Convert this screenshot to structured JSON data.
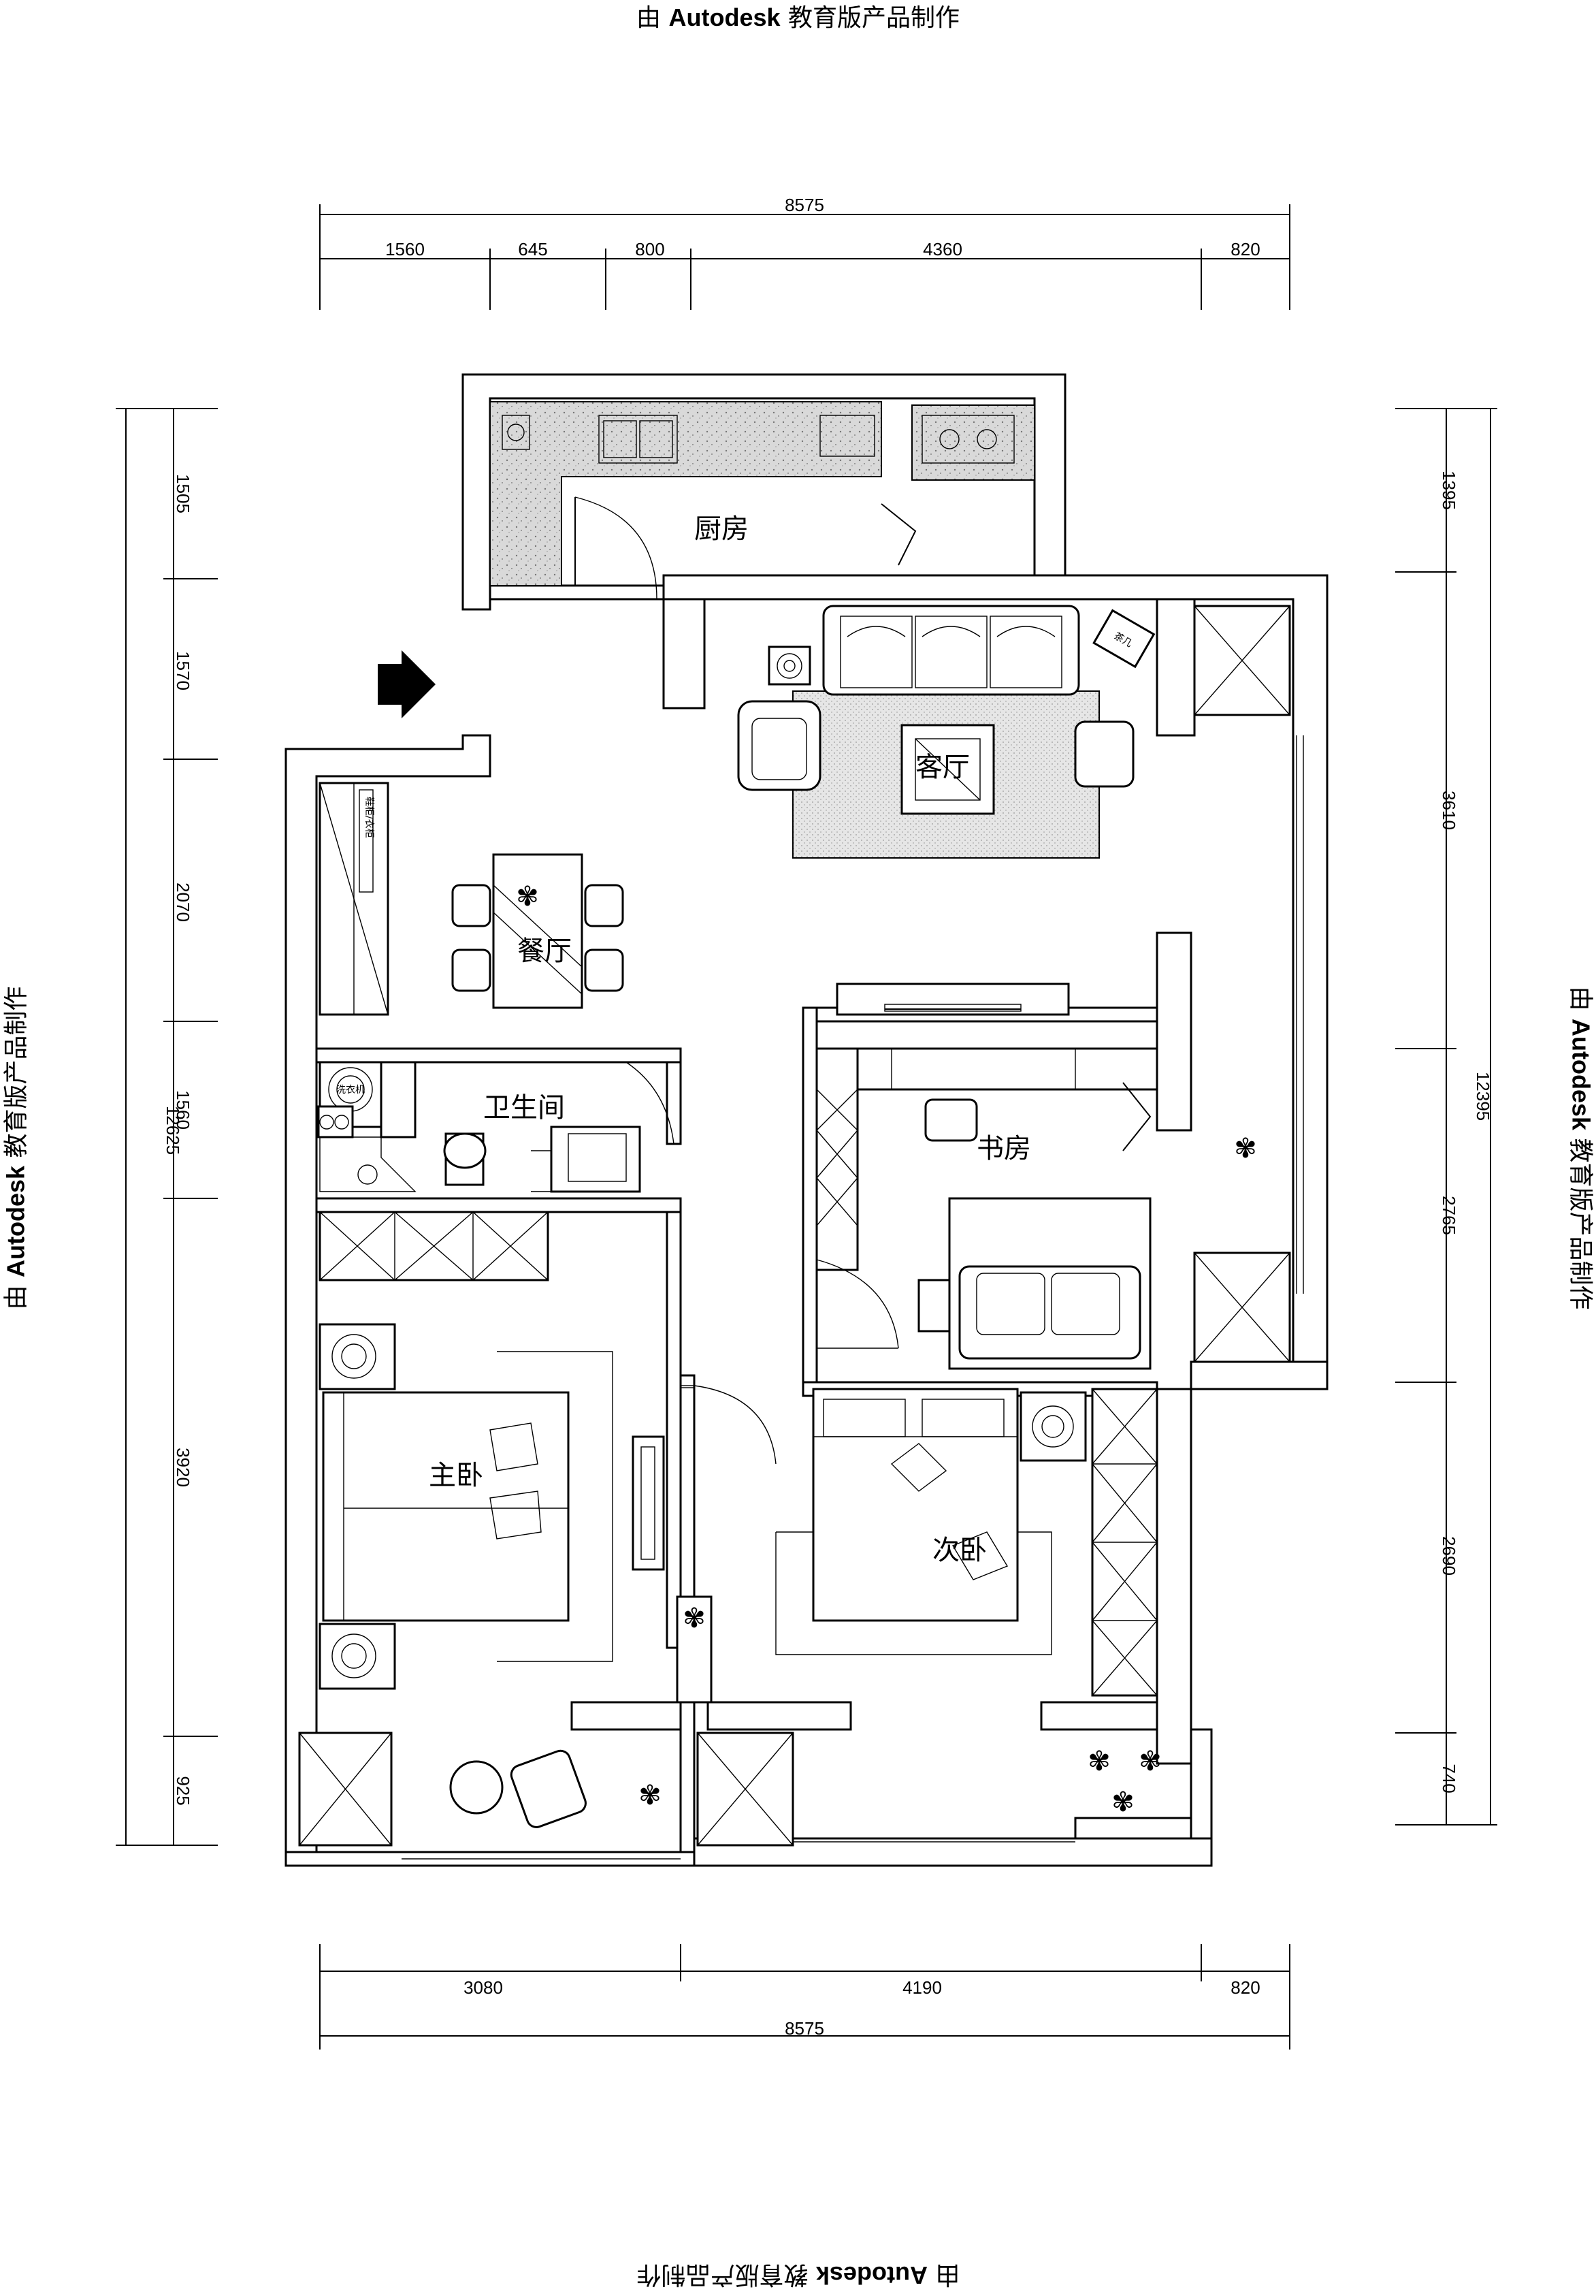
{
  "watermark": {
    "prefix": "由",
    "brand": "Autodesk",
    "suffix": "教育版产品制作"
  },
  "dimensions": {
    "top_total": "8575",
    "top_segments": [
      "1560",
      "645",
      "800",
      "4360",
      "820"
    ],
    "bottom_total": "8575",
    "bottom_segments": [
      "3080",
      "4190",
      "820"
    ],
    "left_total": "12625",
    "left_segments": [
      "1505",
      "1570",
      "2070",
      "1560",
      "3920",
      "925"
    ],
    "right_total": "12395",
    "right_segments": [
      "1395",
      "3610",
      "2765",
      "2690",
      "740"
    ]
  },
  "rooms": {
    "kitchen": "厨房",
    "living_room": "客厅",
    "dining_room": "餐厅",
    "bathroom": "卫生间",
    "study": "书房",
    "master_bedroom": "主卧",
    "second_bedroom": "次卧"
  },
  "labels": {
    "entry_cabinet": "鞋柜/衣柜",
    "side_table": "茶几",
    "washer": "洗衣机"
  }
}
